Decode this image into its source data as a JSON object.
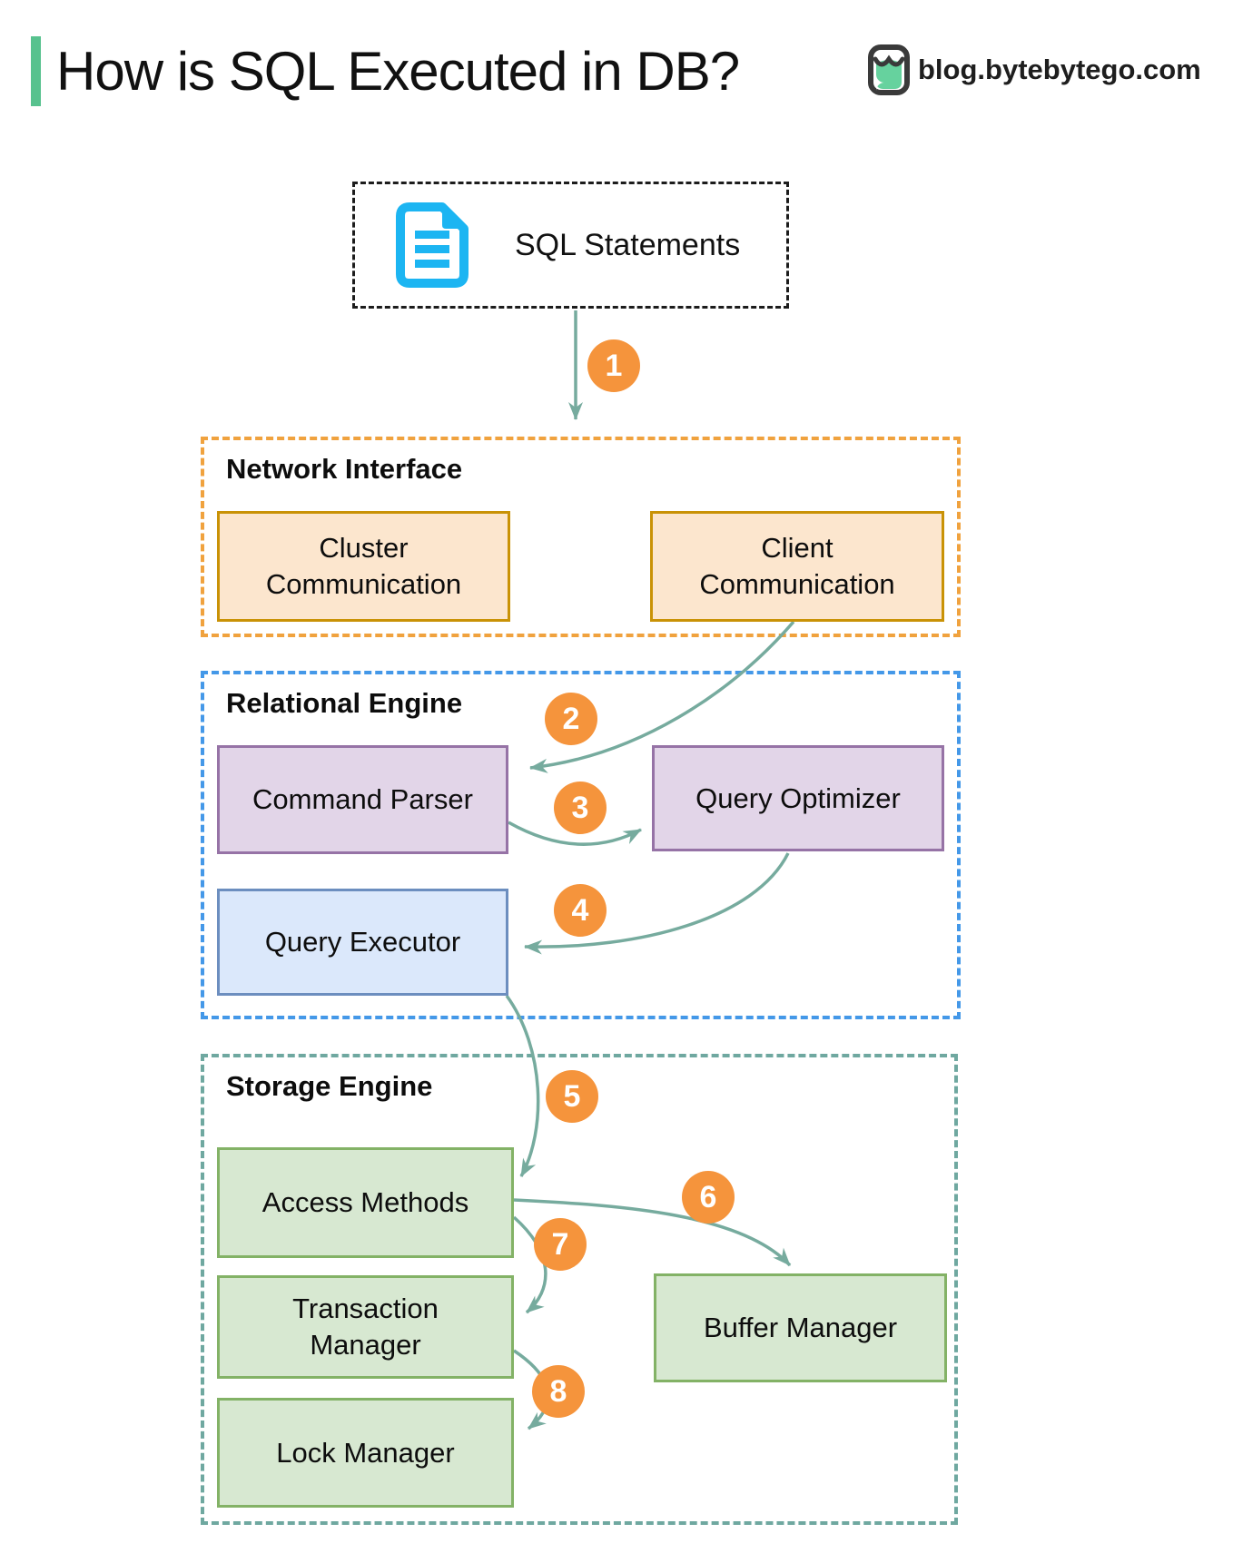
{
  "header": {
    "title": "How is SQL Executed in DB?",
    "brand": "blog.bytebytego.com"
  },
  "flow": {
    "source": {
      "label": "SQL Statements"
    },
    "sections": {
      "network_interface": {
        "label": "Network Interface",
        "boxes": {
          "cluster": {
            "line1": "Cluster",
            "line2": "Communication"
          },
          "client": {
            "line1": "Client",
            "line2": "Communication"
          }
        }
      },
      "relational_engine": {
        "label": "Relational Engine",
        "boxes": {
          "command_parser": {
            "line1": "Command Parser",
            "line2": ""
          },
          "query_optimizer": {
            "line1": "Query Optimizer",
            "line2": ""
          },
          "query_executor": {
            "line1": "Query Executor",
            "line2": ""
          }
        }
      },
      "storage_engine": {
        "label": "Storage Engine",
        "boxes": {
          "access_methods": {
            "line1": "Access Methods",
            "line2": ""
          },
          "transaction_manager": {
            "line1": "Transaction",
            "line2": "Manager"
          },
          "lock_manager": {
            "line1": "Lock Manager",
            "line2": ""
          },
          "buffer_manager": {
            "line1": "Buffer Manager",
            "line2": ""
          }
        }
      }
    },
    "steps": [
      "1",
      "2",
      "3",
      "4",
      "5",
      "6",
      "7",
      "8"
    ]
  },
  "colors": {
    "accent_green": "#57C28E",
    "arrow_teal": "#76AB9E",
    "badge_orange": "#F5943C",
    "ni_border": "#F0A23E",
    "ni_fill": "#FCE6CE",
    "ni_box_border": "#C99206",
    "re_border": "#4498E8",
    "purple_fill": "#E2D5E8",
    "purple_border": "#9673A6",
    "blue_fill": "#DBE8FB",
    "blue_border": "#6C8EBF",
    "se_border": "#6FA8A0",
    "green_fill": "#D7E8D1",
    "green_border": "#83B266",
    "doc_blue": "#1CB5F2",
    "logo_green": "#66D29E"
  }
}
